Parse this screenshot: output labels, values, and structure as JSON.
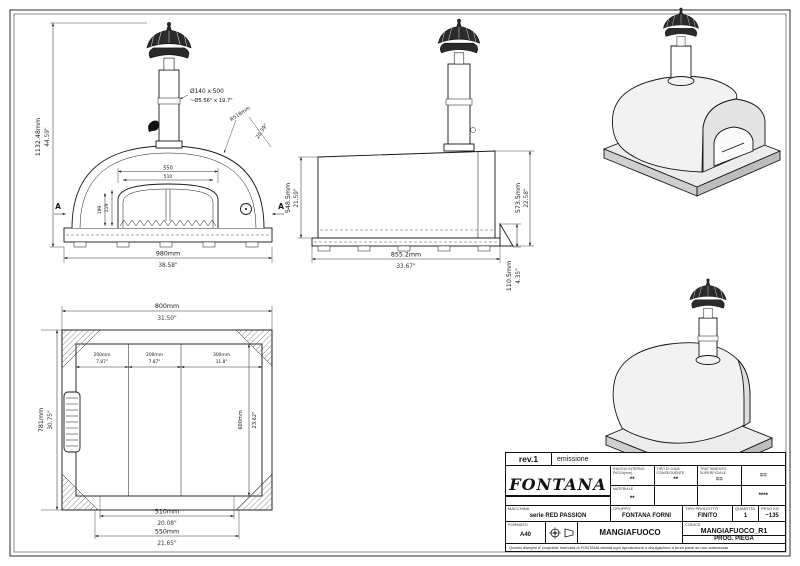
{
  "front": {
    "chimney_mm": "Ø140 x 500",
    "chimney_in": "~Ø5.56\" x 19.7\"",
    "radius": "R518mm",
    "angle": "20.39°",
    "dim_550": "550",
    "dim_510": "510",
    "dim_219": "219",
    "dim_199": "199",
    "height_mm": "1132.48mm",
    "height_in": "44.59\"",
    "width_mm": "980mm",
    "width_in": "38.58\"",
    "section": "A"
  },
  "side": {
    "left_mm": "548.5mm",
    "left_in": "21.59\"",
    "right_mm": "573.5mm",
    "right_in": "22.58\"",
    "width_mm": "855.2mm",
    "width_in": "33.67\"",
    "foot_mm": "110.5mm",
    "foot_in": "4.35\""
  },
  "plan": {
    "top_mm": "800mm",
    "top_in": "31.50\"",
    "left_mm": "781mm",
    "left_in": "30.75\"",
    "seg1_mm": "200mm",
    "seg1_in": "7.87\"",
    "seg2_mm": "200mm",
    "seg2_in": "7.87\"",
    "seg3_mm": "300mm",
    "seg3_in": "11.8\"",
    "right_mm": "600mm",
    "right_in": "23.62\"",
    "opening_mm": "510mm",
    "opening_in": "20.08\"",
    "bottom_mm": "550mm",
    "bottom_in": "21.65\""
  },
  "title_block": {
    "rev": "rev.1",
    "rev_desc": "emissione",
    "brand": "FONTANA",
    "spec1_label": "RAGGIO INTERNO PIEGA(mm)",
    "spec1_value": "**",
    "spec2_label": "TIPO DI CAVA CONSEGUENTE",
    "spec2_value": "**",
    "spec3_label": "TRATTAMENTO SUPERFICIALE",
    "spec3_value": "==",
    "spec4_label": "",
    "spec4_value": "==",
    "material_label": "MATERIALE",
    "material_value": "**",
    "stars": "****",
    "machine_label": "MACCHINA",
    "machine_value": "serie RED PASSION",
    "group_label": "GRUPPO",
    "group_value": "FONTANA FORNI",
    "product_type_label": "TIPO PRODOTTO",
    "product_type_value": "FINITO",
    "qty_label": "QUANTITA'",
    "qty_value": "1",
    "weight_label": "PESO KG",
    "weight_value": "~135",
    "format_label": "FORMATO",
    "format_value": "A40",
    "name_value": "MANGIAFUOCO",
    "code_label": "CODICE",
    "code_value": "MANGIAFUOCO_R1",
    "prog_value": "PROG. PIEGA",
    "legal": "Questo disegno e' proprieta' riservata di FONTANA vietata ogni riproduzione o divulgazione a terza parte se non autorizzata"
  }
}
